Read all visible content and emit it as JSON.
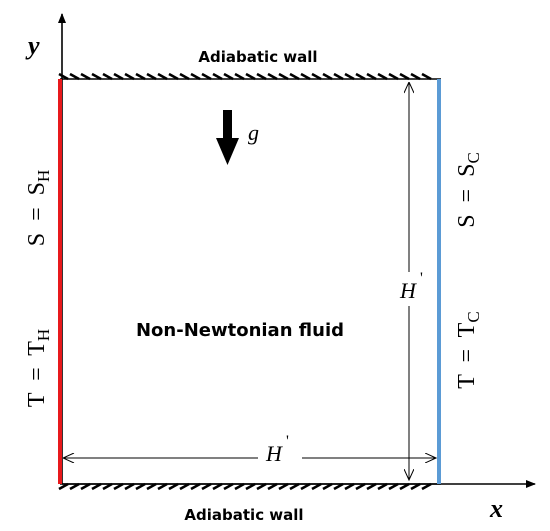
{
  "labels": {
    "top_wall": "Adiabatic wall",
    "bottom_wall": "Adiabatic wall",
    "fluid": "Non-Newtonian fluid",
    "gravity": "g",
    "y_axis": "y",
    "x_axis": "x",
    "height_dim": "H",
    "width_dim": "H",
    "prime": "'"
  },
  "left_boundary": {
    "concentration": {
      "lhs": "S",
      "eq": "=",
      "sym": "S",
      "sub": "H"
    },
    "temperature": {
      "lhs": "T",
      "eq": "=",
      "sym": "T",
      "sub": "H"
    }
  },
  "right_boundary": {
    "concentration": {
      "lhs": "S",
      "eq": "=",
      "sym": "S",
      "sub": "C"
    },
    "temperature": {
      "lhs": "T",
      "eq": "=",
      "sym": "T",
      "sub": "C"
    }
  },
  "colors": {
    "hot_wall": "#e8191c",
    "cold_wall": "#5b9bd5",
    "lines": "#000000"
  }
}
